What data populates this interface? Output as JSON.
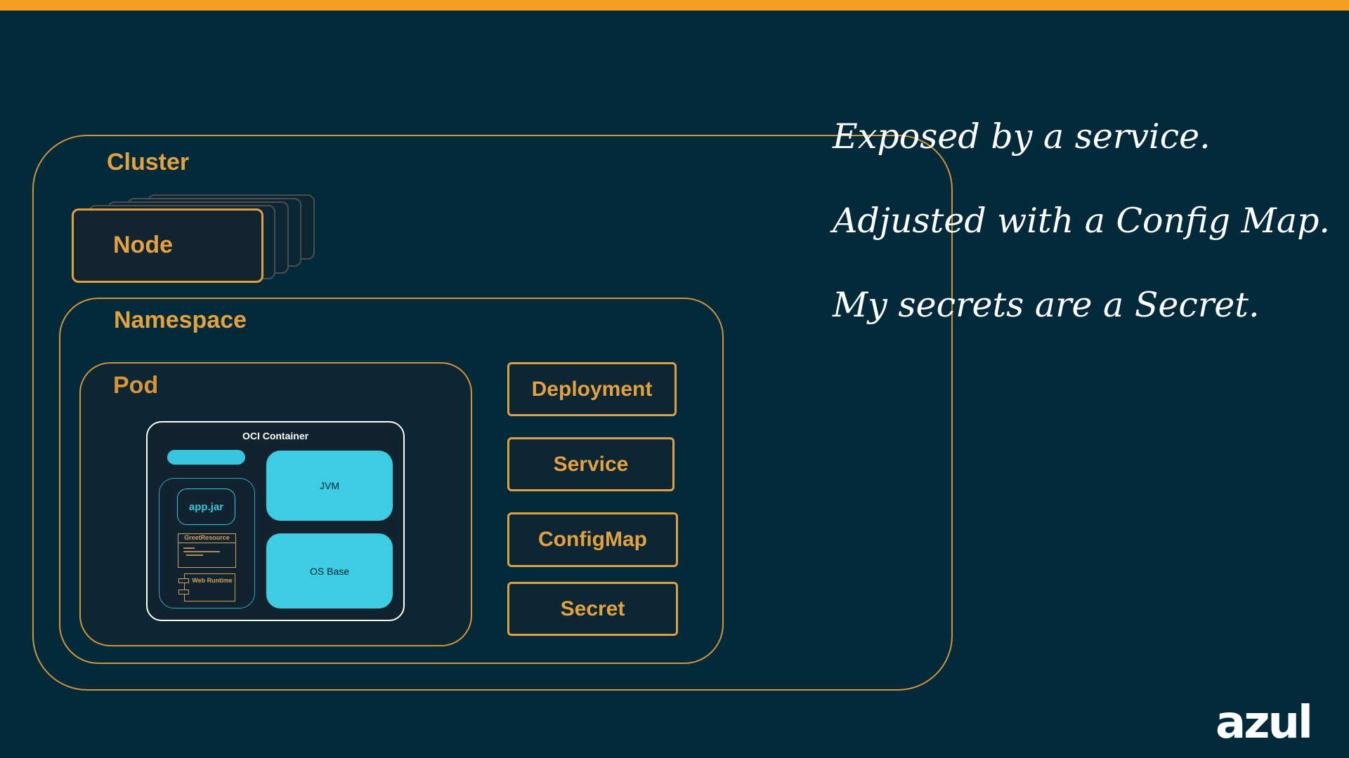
{
  "slide": {
    "accent_color": "#f29f22",
    "background_color": "#022a3a"
  },
  "diagram": {
    "cluster_label": "Cluster",
    "node_label": "Node",
    "namespace_label": "Namespace",
    "pod_label": "Pod",
    "container": {
      "title": "OCI Container",
      "app_jar": "app.jar",
      "greet_resource": "GreetResource",
      "web_runtime": "Web Runtime",
      "jvm": "JVM",
      "os_base": "OS Base"
    },
    "resources": {
      "deployment": "Deployment",
      "service": "Service",
      "configmap": "ConfigMap",
      "secret": "Secret"
    }
  },
  "quotes": [
    "Exposed by a service.",
    "Adjusted with a Config Map.",
    "My secrets are a Secret."
  ],
  "logo": {
    "text": "azul",
    "icon": "azul-logo"
  }
}
